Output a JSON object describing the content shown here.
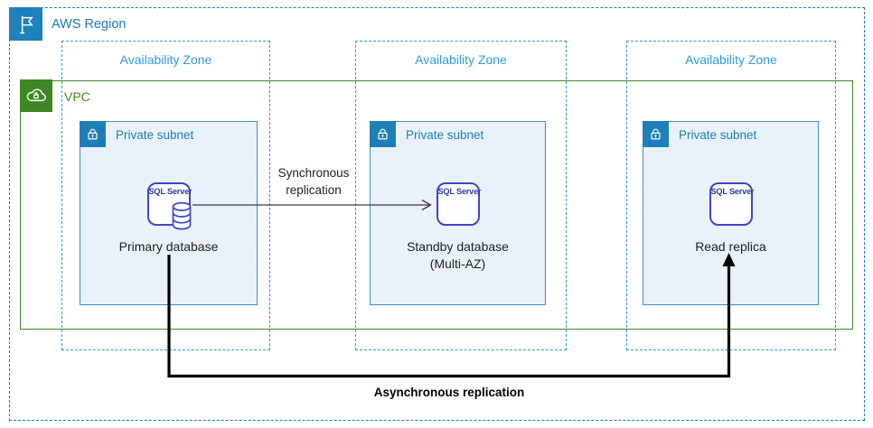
{
  "region": {
    "label": "AWS Region"
  },
  "vpc": {
    "label": "VPC"
  },
  "availability_zones": [
    {
      "label": "Availability Zone"
    },
    {
      "label": "Availability Zone"
    },
    {
      "label": "Availability Zone"
    }
  ],
  "subnets": [
    {
      "label": "Private subnet",
      "node_icon_text": "SQL Server",
      "caption": "Primary database"
    },
    {
      "label": "Private subnet",
      "node_icon_text": "SQL Server",
      "caption": "Standby database",
      "caption_line2": "(Multi-AZ)"
    },
    {
      "label": "Private subnet",
      "node_icon_text": "SQL Server",
      "caption": "Read replica"
    }
  ],
  "connections": {
    "synchronous": {
      "label_line1": "Synchronous",
      "label_line2": "replication"
    },
    "asynchronous": {
      "label": "Asynchronous replication"
    }
  },
  "icons": {
    "region": "flag-icon",
    "vpc": "cloud-lock-icon",
    "subnet": "padlock-icon",
    "primary_node": "database-cylinder-icon"
  },
  "colors": {
    "region_blue": "#1a7cbb",
    "az_blue": "#2e9bd6",
    "vpc_green": "#3f8624",
    "subnet_fill": "#e9f2fa",
    "subnet_border": "#3f8dc6",
    "subnet_header_blue": "#1e7fb8",
    "sql_icon_border": "#4244c8",
    "sql_icon_text": "#2b3c9e",
    "arrow_black": "#000000"
  }
}
